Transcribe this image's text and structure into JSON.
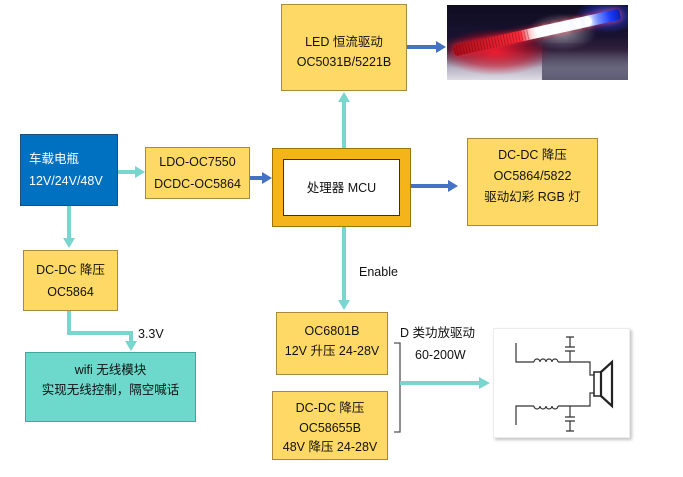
{
  "colors": {
    "box_fill": "#FFD966",
    "battery_fill": "#0070C0",
    "wifi_fill": "#6CD9CC",
    "mcu_frame": "#F4B41A",
    "arrow_teal": "#79D6CF",
    "arrow_blue": "#4472C4"
  },
  "led_driver": {
    "line1": "LED 恒流驱动",
    "line2": "OC5031B/5221B"
  },
  "battery": {
    "line1": "车载电瓶",
    "line2": "12V/24V/48V"
  },
  "ldo": {
    "line1": "LDO-OC7550",
    "line2": "DCDC-OC5864"
  },
  "mcu": {
    "label": "处理器 MCU"
  },
  "rgb_driver": {
    "line1": "DC-DC 降压",
    "line2": "OC5864/5822",
    "line3": "驱动幻彩 RGB 灯"
  },
  "buck_left": {
    "line1": "DC-DC 降压",
    "line2": "OC5864"
  },
  "voltage_label": "3.3V",
  "wifi": {
    "line1": "wifi 无线模块",
    "line2": "实现无线控制，隔空喊话"
  },
  "enable_label": "Enable",
  "boost": {
    "line1": "OC6801B",
    "line2": "12V 升压 24-28V"
  },
  "buck_bottom": {
    "line1": "DC-DC 降压",
    "line2": "OC58655B",
    "line3": "48V 降压 24-28V"
  },
  "amplifier": {
    "label": "D 类功放驱动",
    "power": "60-200W"
  }
}
